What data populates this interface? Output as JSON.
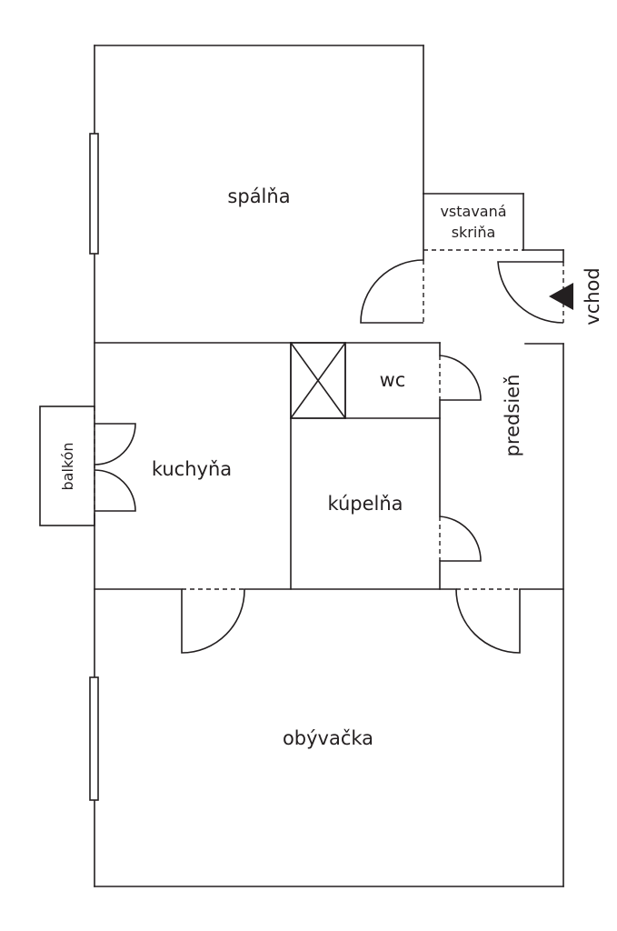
{
  "floor_plan": {
    "rooms": {
      "bedroom": "spálňa",
      "closet_line1": "vstavaná",
      "closet_line2": "skriňa",
      "entrance": "vchod",
      "toilet": "wc",
      "hallway": "predsieň",
      "balcony": "balkón",
      "kitchen": "kuchyňa",
      "bathroom": "kúpelňa",
      "living_room": "obývačka"
    },
    "colors": {
      "line": "#231f20",
      "background": "#ffffff"
    }
  }
}
